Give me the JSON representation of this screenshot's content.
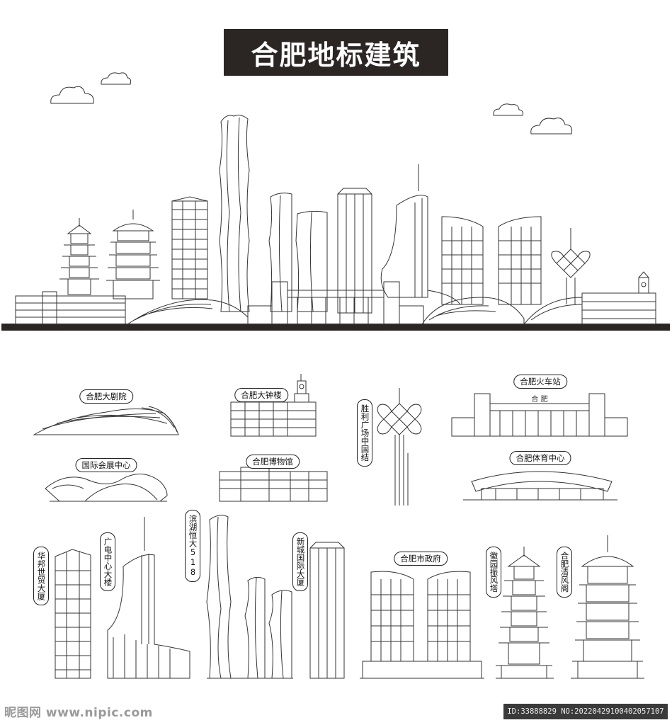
{
  "title": "合肥地标建筑",
  "labels": {
    "grand_theatre": "合肥大剧院",
    "clock_tower": "合肥大钟楼",
    "chinese_knot": "胜利广场中国结",
    "railway_station": "合肥火车站",
    "expo_center": "国际会展中心",
    "museum": "合肥博物馆",
    "sports_center": "合肥体育中心",
    "binhu_518": "滨湖恒大518",
    "huabang": "华邦世贸大厦",
    "broadcast_tower": "广电中心大楼",
    "xincheng": "新城国际大厦",
    "city_hall": "合肥市政府",
    "zhenfeng_pagoda": "徽园振风塔",
    "qingfeng_pavilion": "合肥清风阁"
  },
  "station_sign": "合 肥",
  "watermark": {
    "left": "昵图网 www.nipic.com",
    "right": "ID:33888829 NO:20220429100402057107"
  }
}
